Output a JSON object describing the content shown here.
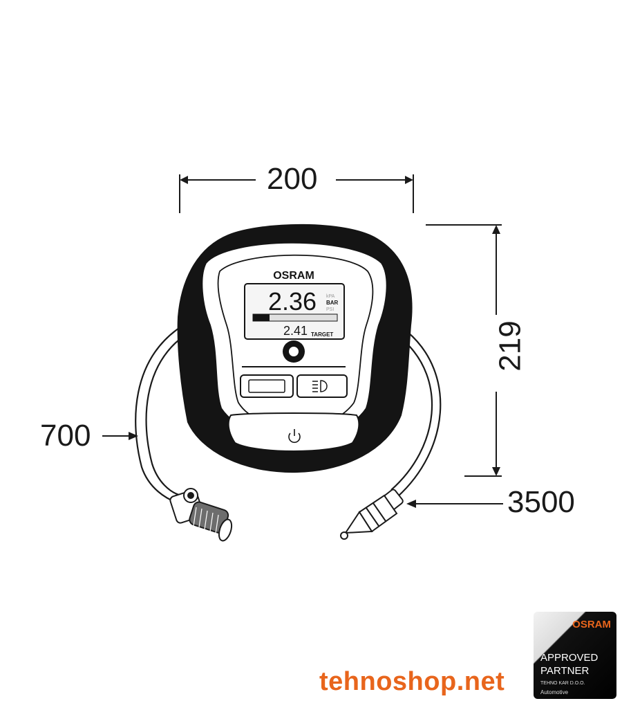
{
  "dimensions": {
    "width": "200",
    "height": "219",
    "hose_length": "700",
    "cable_length": "3500"
  },
  "device": {
    "brand": "OSRAM",
    "reading": "2.36",
    "units": [
      "kPA",
      "BAR",
      "PSI"
    ],
    "target_value": "2.41",
    "target_label": "TARGET"
  },
  "watermark": "tehnoshop.net",
  "badge": {
    "brand": "OSRAM",
    "line1": "APPROVED",
    "line2": "PARTNER",
    "line3": "TEHNO KAR D.O.O.",
    "line4": "Automotive"
  },
  "colors": {
    "ink": "#1a1a1a",
    "accent": "#e8651c"
  }
}
